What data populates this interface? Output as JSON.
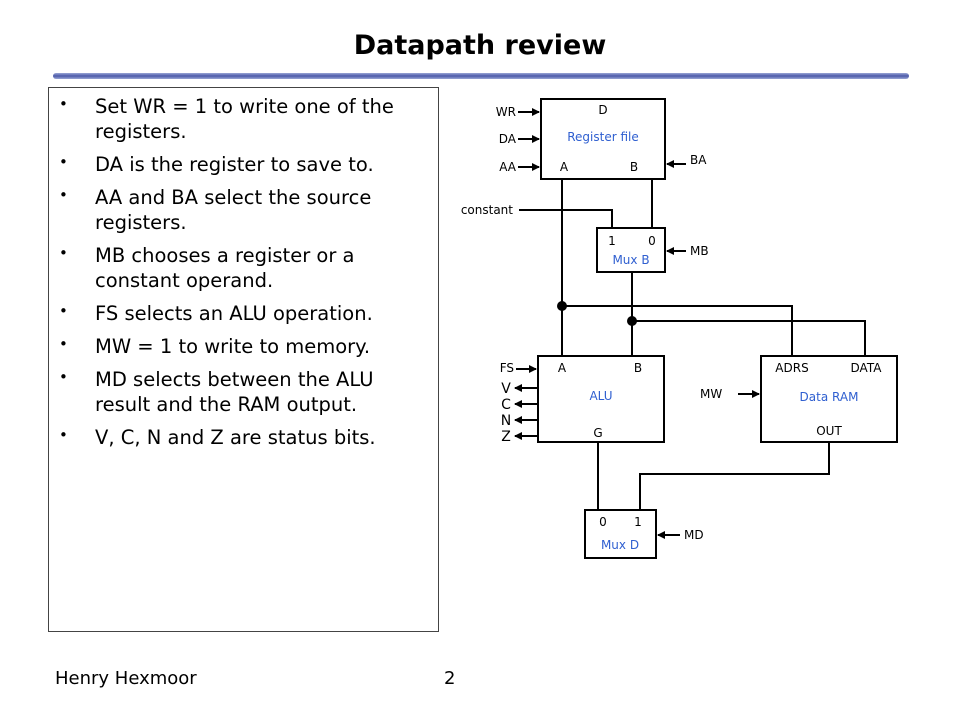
{
  "title": "Datapath review",
  "bullets": [
    "Set WR = 1 to write one of the registers.",
    "DA is the register to save to.",
    "AA and BA select the source registers.",
    "MB chooses a register or a constant operand.",
    "FS selects an ALU operation.",
    "MW = 1 to write to memory.",
    "MD selects between the ALU result and the RAM output.",
    "V, C, N and Z are status bits."
  ],
  "footer": {
    "author": "Henry Hexmoor",
    "page": "2"
  },
  "diagram": {
    "register_file": {
      "name": "Register file",
      "port_d": "D",
      "port_a": "A",
      "port_b": "B"
    },
    "register_inputs": {
      "wr": "WR",
      "da": "DA",
      "aa": "AA",
      "ba": "BA"
    },
    "constant": "constant",
    "mux_b": {
      "name": "Mux B",
      "in1": "1",
      "in0": "0",
      "control": "MB"
    },
    "alu": {
      "name": "ALU",
      "port_a": "A",
      "port_b": "B",
      "port_g": "G",
      "fs": "FS"
    },
    "status_bits": [
      "V",
      "C",
      "N",
      "Z"
    ],
    "data_ram": {
      "name": "Data RAM",
      "adrs": "ADRS",
      "data": "DATA",
      "out": "OUT",
      "control": "MW"
    },
    "mux_d": {
      "name": "Mux D",
      "in0": "0",
      "in1": "1",
      "control": "MD"
    }
  },
  "colors": {
    "rule": "#4c5aa8",
    "block_label": "#2f5fd0",
    "box_border": "#444444"
  }
}
